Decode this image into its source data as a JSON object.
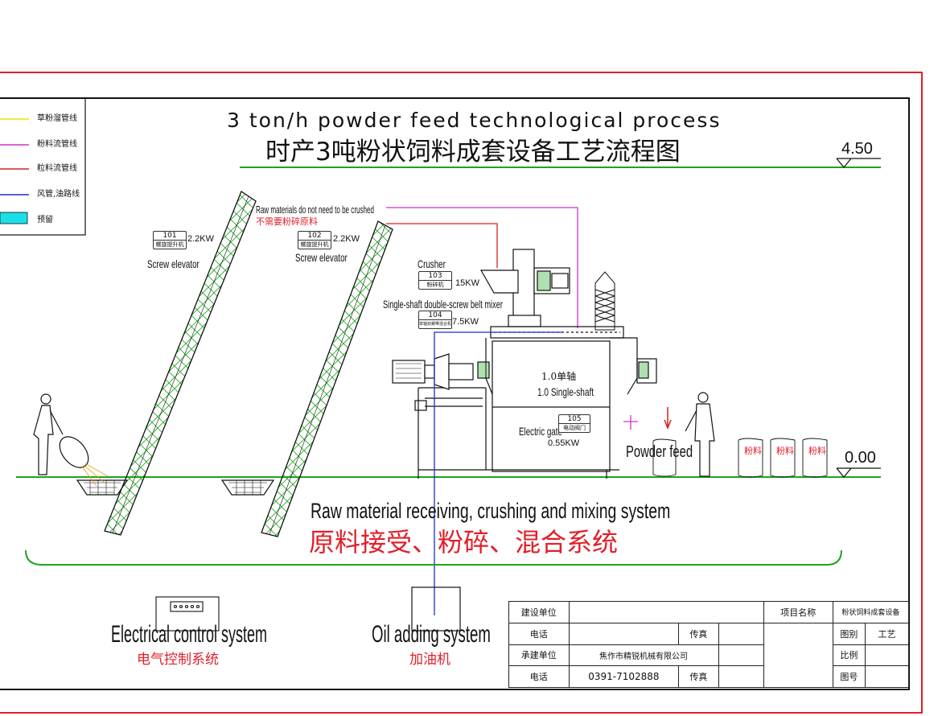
{
  "title": {
    "en": "3 ton/h powder feed technological process",
    "cn": "时产3吨粉状饲料成套设备工艺流程图"
  },
  "levels": {
    "top": "4.50",
    "ground": "0.00"
  },
  "legend": [
    {
      "label": "草粉溜管线",
      "color": "#e6e600"
    },
    {
      "label": "粉料流管线",
      "color": "#cc33cc"
    },
    {
      "label": "粒料流管线",
      "color": "#d62020"
    },
    {
      "label": "风管,油路线",
      "color": "#1f2fbf"
    },
    {
      "label": "预留",
      "color": "#19e0e6"
    }
  ],
  "equipment": {
    "elevator_1": {
      "num": "101",
      "name": "螺旋提升机",
      "power": "2.2KW",
      "label_en": "Screw elevator"
    },
    "elevator_2": {
      "num": "102",
      "name": "螺旋提升机",
      "power": "2.2KW",
      "label_en": "Screw elevator"
    },
    "crusher": {
      "num": "103",
      "name": "粉碎机",
      "power": "15KW",
      "label_en": "Crusher"
    },
    "mixer": {
      "num": "104",
      "name": "单轴双螺带混合机",
      "power": "7.5KW",
      "label_en": "Single-shaft double-screw belt mixer"
    },
    "gate": {
      "num": "105",
      "name": "电动阀门",
      "power": "0.55KW",
      "label_en": "Electric gate"
    }
  },
  "notes": {
    "bypass_en": "Raw materials do not need to be crushed",
    "bypass_cn": "不需要粉碎原料",
    "mixer_cn": "1.0单轴",
    "mixer_en": "1.0 Single-shaft",
    "powder_feed": "Powder feed",
    "bag_label": "粉料"
  },
  "system": {
    "en": "Raw material receiving, crushing and mixing system",
    "cn": "原料接受、粉碎、混合系统"
  },
  "electrical": {
    "en": "Electrical control system",
    "cn": "电气控制系统"
  },
  "oil": {
    "en": "Oil adding system",
    "cn": "加油机"
  },
  "title_block": {
    "build_unit": "建设单位",
    "phone": "电话",
    "fax": "传真",
    "contractor": "承建单位",
    "contractor_name": "焦作市精锐机械有限公司",
    "phone_number": "0391-7102888",
    "project_name": "项目名称",
    "project_value": "粉状饲料成套设备",
    "drawing_type": "图别",
    "drawing_type_value": "工艺",
    "scale": "比例",
    "drawing_no": "图号"
  },
  "colors": {
    "frame_red": "#e0202a",
    "ground_green": "#1fa31f",
    "pipe_magenta": "#cc33cc",
    "pipe_blue": "#1f2fbf"
  }
}
